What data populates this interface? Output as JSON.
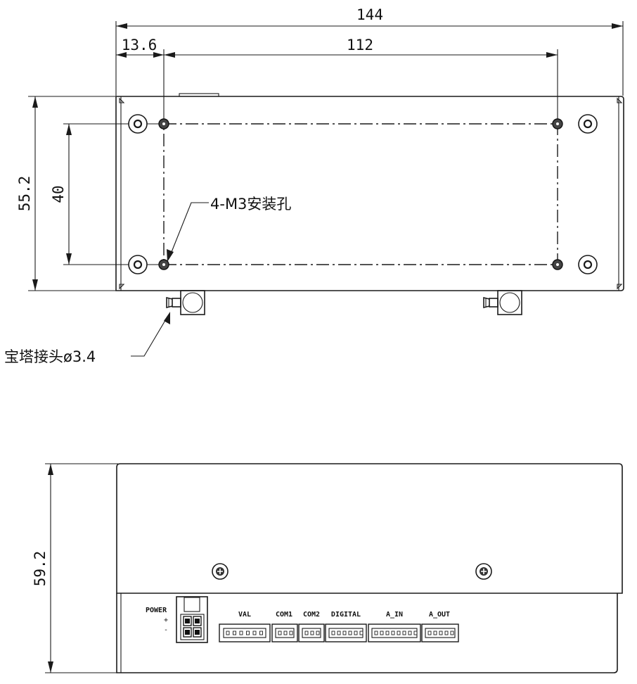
{
  "top_view": {
    "dim_overall_width": "144",
    "dim_edge_to_hole": "13.6",
    "dim_hole_spacing_x": "112",
    "dim_overall_depth": "55.2",
    "dim_hole_spacing_y": "40",
    "mount_holes_label": "4-M3安装孔",
    "hose_fitting_label": "宝塔接头ø3.4"
  },
  "front_view": {
    "dim_height": "59.2",
    "power_label": "POWER",
    "power_plus": "+",
    "power_minus": "-",
    "connectors": [
      {
        "label": "VAL"
      },
      {
        "label": "COM1"
      },
      {
        "label": "COM2"
      },
      {
        "label": "DIGITAL"
      },
      {
        "label": "A_IN"
      },
      {
        "label": "A_OUT"
      }
    ]
  }
}
